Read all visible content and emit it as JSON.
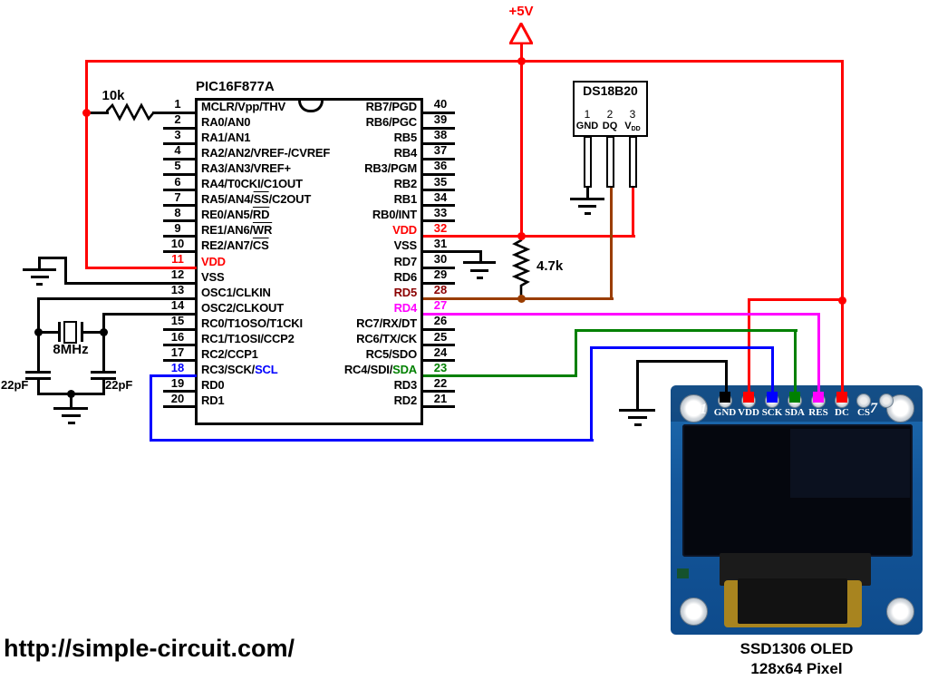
{
  "colors": {
    "red": "#ff0000",
    "brown": "#9a3d00",
    "darkred": "#8b0000",
    "magenta": "#ff00ff",
    "green": "#008000",
    "blue": "#0000ff",
    "black": "#000000"
  },
  "power": {
    "label": "+5V"
  },
  "resistors": {
    "pullup_mclr": "10k",
    "pullup_dq": "4.7k"
  },
  "crystal": {
    "frequency": "8MHz",
    "cap_left": "22pF",
    "cap_right": "22pF"
  },
  "ic": {
    "name": "PIC16F877A",
    "left_pins": [
      {
        "num": "1",
        "segs": [
          {
            "t": "MCLR",
            "bar": 1
          },
          {
            "t": "/Vpp/THV"
          }
        ]
      },
      {
        "num": "2",
        "segs": [
          {
            "t": "RA0/AN0"
          }
        ]
      },
      {
        "num": "3",
        "segs": [
          {
            "t": "RA1/AN1"
          }
        ]
      },
      {
        "num": "4",
        "segs": [
          {
            "t": "RA2/AN2/VREF-/CVREF"
          }
        ]
      },
      {
        "num": "5",
        "segs": [
          {
            "t": "RA3/AN3/VREF+"
          }
        ]
      },
      {
        "num": "6",
        "segs": [
          {
            "t": "RA4/T0CKI/C1OUT"
          }
        ]
      },
      {
        "num": "7",
        "segs": [
          {
            "t": "RA5/AN4/"
          },
          {
            "t": "SS",
            "bar": 1
          },
          {
            "t": "/C2OUT"
          }
        ]
      },
      {
        "num": "8",
        "segs": [
          {
            "t": "RE0/AN5/"
          },
          {
            "t": "RD",
            "bar": 1
          }
        ]
      },
      {
        "num": "9",
        "segs": [
          {
            "t": "RE1/AN6/"
          },
          {
            "t": "WR",
            "bar": 1
          }
        ]
      },
      {
        "num": "10",
        "segs": [
          {
            "t": "RE2/AN7/"
          },
          {
            "t": "CS",
            "bar": 1
          }
        ]
      },
      {
        "num": "11",
        "nc": "red",
        "sc": "red",
        "segs": [
          {
            "t": "VDD",
            "c": "red"
          }
        ]
      },
      {
        "num": "12",
        "segs": [
          {
            "t": "VSS"
          }
        ]
      },
      {
        "num": "13",
        "segs": [
          {
            "t": "OSC1/CLKIN"
          }
        ]
      },
      {
        "num": "14",
        "segs": [
          {
            "t": "OSC2/CLKOUT"
          }
        ]
      },
      {
        "num": "15",
        "segs": [
          {
            "t": "RC0/T1OSO/T1CKI"
          }
        ]
      },
      {
        "num": "16",
        "segs": [
          {
            "t": "RC1/T1OSI/CCP2"
          }
        ]
      },
      {
        "num": "17",
        "segs": [
          {
            "t": "RC2/CCP1"
          }
        ]
      },
      {
        "num": "18",
        "nc": "blue",
        "sc": "blue",
        "segs": [
          {
            "t": "RC3/SCK/"
          },
          {
            "t": "SCL",
            "c": "blue"
          }
        ]
      },
      {
        "num": "19",
        "segs": [
          {
            "t": "RD0"
          }
        ]
      },
      {
        "num": "20",
        "segs": [
          {
            "t": "RD1"
          }
        ]
      }
    ],
    "right_pins": [
      {
        "num": "40",
        "segs": [
          {
            "t": "RB7/PGD"
          }
        ]
      },
      {
        "num": "39",
        "segs": [
          {
            "t": "RB6/PGC"
          }
        ]
      },
      {
        "num": "38",
        "segs": [
          {
            "t": "RB5"
          }
        ]
      },
      {
        "num": "37",
        "segs": [
          {
            "t": "RB4"
          }
        ]
      },
      {
        "num": "36",
        "segs": [
          {
            "t": "RB3/PGM"
          }
        ]
      },
      {
        "num": "35",
        "segs": [
          {
            "t": "RB2"
          }
        ]
      },
      {
        "num": "34",
        "segs": [
          {
            "t": "RB1"
          }
        ]
      },
      {
        "num": "33",
        "segs": [
          {
            "t": "RB0/INT"
          }
        ]
      },
      {
        "num": "32",
        "nc": "red",
        "sc": "red",
        "segs": [
          {
            "t": "VDD",
            "c": "red"
          }
        ]
      },
      {
        "num": "31",
        "segs": [
          {
            "t": "VSS"
          }
        ]
      },
      {
        "num": "30",
        "segs": [
          {
            "t": "RD7"
          }
        ]
      },
      {
        "num": "29",
        "segs": [
          {
            "t": "RD6"
          }
        ]
      },
      {
        "num": "28",
        "nc": "darkred",
        "sc": "brown",
        "segs": [
          {
            "t": "RD5",
            "c": "darkred"
          }
        ]
      },
      {
        "num": "27",
        "nc": "magenta",
        "sc": "magenta",
        "segs": [
          {
            "t": "RD4",
            "c": "magenta"
          }
        ]
      },
      {
        "num": "26",
        "segs": [
          {
            "t": "RC7/RX/DT"
          }
        ]
      },
      {
        "num": "25",
        "segs": [
          {
            "t": "RC6/TX/CK"
          }
        ]
      },
      {
        "num": "24",
        "segs": [
          {
            "t": "RC5/SDO"
          }
        ]
      },
      {
        "num": "23",
        "nc": "green",
        "sc": "green",
        "segs": [
          {
            "t": "RC4/SDI/"
          },
          {
            "t": "SDA",
            "c": "green"
          }
        ]
      },
      {
        "num": "22",
        "segs": [
          {
            "t": "RD3"
          }
        ]
      },
      {
        "num": "21",
        "segs": [
          {
            "t": "RD2"
          }
        ]
      }
    ]
  },
  "sensor": {
    "name": "DS18B20",
    "pins": [
      {
        "num": "1",
        "label": "GND"
      },
      {
        "num": "2",
        "label": "DQ"
      },
      {
        "num": "3",
        "label": "V",
        "sub": "DD"
      }
    ]
  },
  "oled": {
    "pin_labels": [
      "GND",
      "VDD",
      "SCK",
      "SDA",
      "RES",
      "DC",
      "CS"
    ],
    "wire_colors": [
      "black",
      "red",
      "blue",
      "green",
      "magenta",
      "red"
    ],
    "first_pin": "1",
    "last_pin": "7",
    "caption_line1": "SSD1306 OLED",
    "caption_line2": "128x64 Pixel"
  },
  "footer": {
    "url": "http://simple-circuit.com/"
  }
}
